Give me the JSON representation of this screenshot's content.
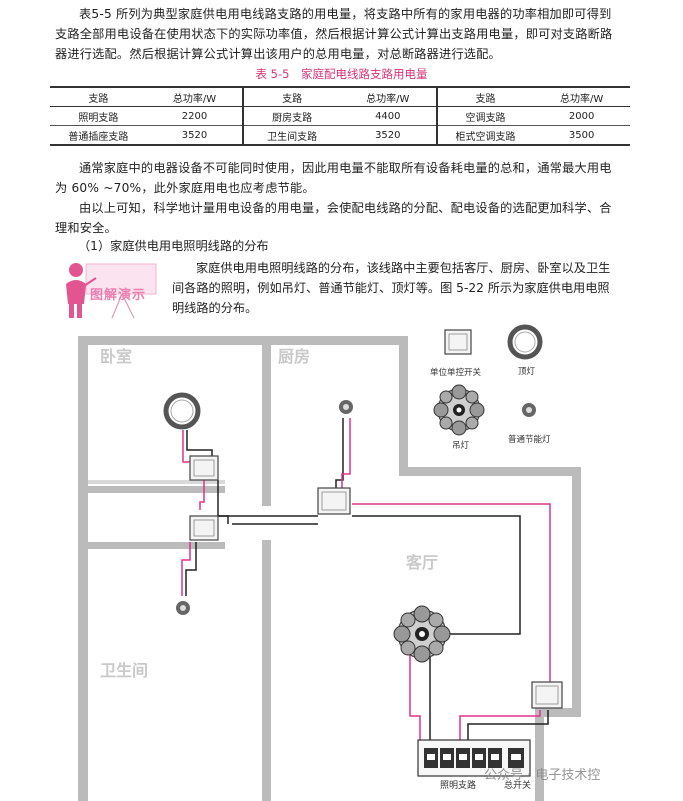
{
  "intro_paragraph": "表5-5 所列为典型家庭供电用电线路支路的用电量，将支路中所有的家用电器的功率相加即可得到支路全部用电设备在使用状态下的实际功率值，然后根据计算公式计算出支路用电量，即可对支路断路器进行选配。然后根据计算公式计算出该用户的总用电量，对总断路器进行选配。",
  "table": {
    "title": "表 5-5　家庭配电线路支路用电量",
    "headers": [
      "支路",
      "总功率/W",
      "支路",
      "总功率/W",
      "支路",
      "总功率/W"
    ],
    "rows": [
      [
        "照明支路",
        "2200",
        "厨房支路",
        "4400",
        "空调支路",
        "2000"
      ],
      [
        "普通插座支路",
        "3520",
        "卫生间支路",
        "3520",
        "柜式空调支路",
        "3500"
      ]
    ]
  },
  "paragraph_2": "通常家庭中的电器设备不可能同时使用，因此用电量不能取所有设备耗电量的总和，通常最大用电为 60% ~70%，此外家庭用电也应考虑节能。",
  "paragraph_3": "由以上可知，科学地计量用电设备的用电量，会使配电线路的分配、配电设备的选配更加科学、合理和安全。",
  "subheading": "（1）家庭供电用电照明线路的分布",
  "badge_label": "图解演示",
  "paragraph_4": "家庭供电用电照明线路的分布，该线路中主要包括客厅、厨房、卧室以及卫生间各路的照明，例如吊灯、普通节能灯、顶灯等。图 5-22 所示为家庭供电用电照明线路的分布。",
  "floorplan": {
    "rooms": {
      "bedroom": "卧室",
      "kitchen": "厨房",
      "living_room": "客厅",
      "bathroom": "卫生间"
    },
    "legend": {
      "switch": "单位单控开关",
      "ceiling_light": "顶灯",
      "chandelier": "吊灯",
      "energy_saving_lamp": "普通节能灯"
    },
    "panel_labels": {
      "lighting": "照明支路",
      "main": "总开关"
    }
  },
  "watermark": "公众号 · 电子技术控",
  "colors": {
    "accent": "#d6337a",
    "wall": "#b8b8b8",
    "wire_live": "#e0338a",
    "wire_neutral": "#222222"
  }
}
